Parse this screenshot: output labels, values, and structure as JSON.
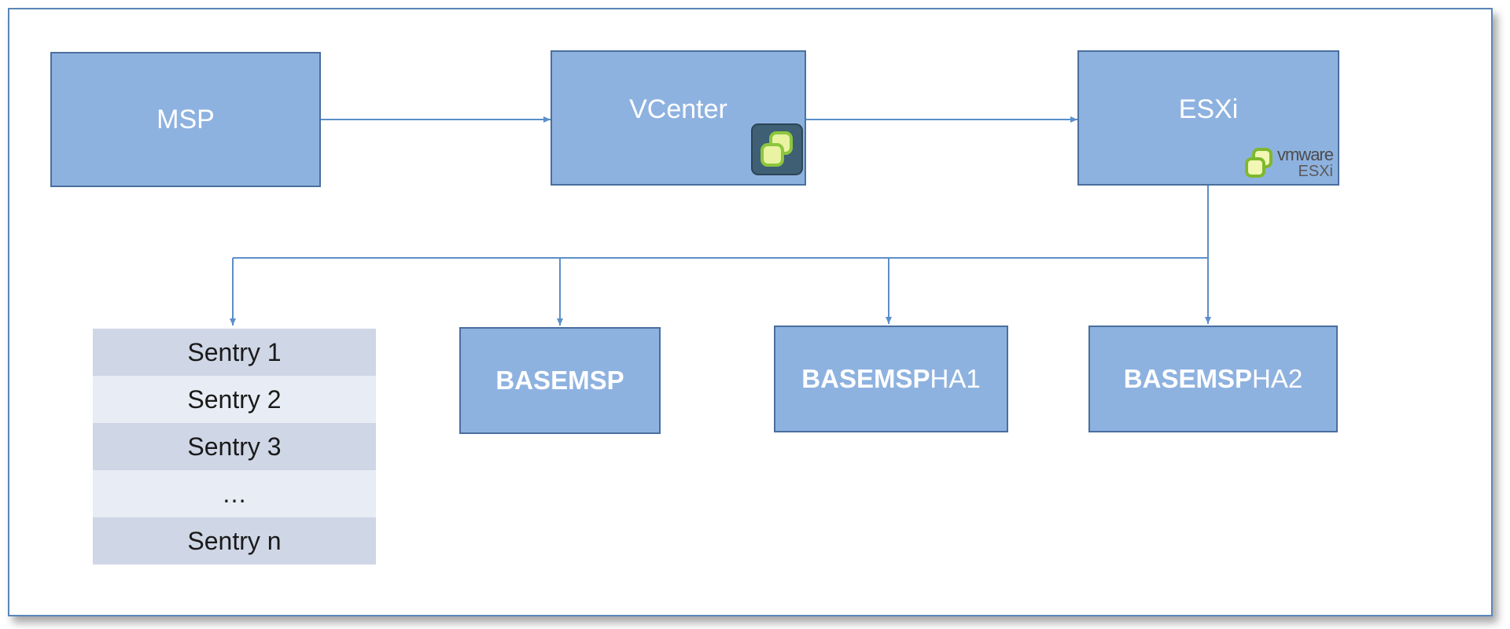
{
  "nodes": {
    "msp": "MSP",
    "vcenter": "VCenter",
    "esxi": "ESXi",
    "basemsp": "BASEMSP",
    "basemspha1_bold": "BASEMSP",
    "basemspha1_suffix": "HA1",
    "basemspha2_bold": "BASEMSP",
    "basemspha2_suffix": "HA2"
  },
  "esxi_badge": {
    "brand": "vmware",
    "product": "ESXi"
  },
  "sentry_list": [
    "Sentry 1",
    "Sentry 2",
    "Sentry 3",
    "…",
    "Sentry n"
  ],
  "colors": {
    "node_fill": "#8eb2e0",
    "node_border": "#4a6f9e",
    "connector": "#5b8fc9",
    "frame_border": "#5a86b8",
    "list_row_dark": "#cfd6e6",
    "list_row_light": "#e8ecf4"
  },
  "icons": {
    "vcenter": "vmware-vcenter-icon",
    "esxi": "vmware-logo-icon"
  }
}
